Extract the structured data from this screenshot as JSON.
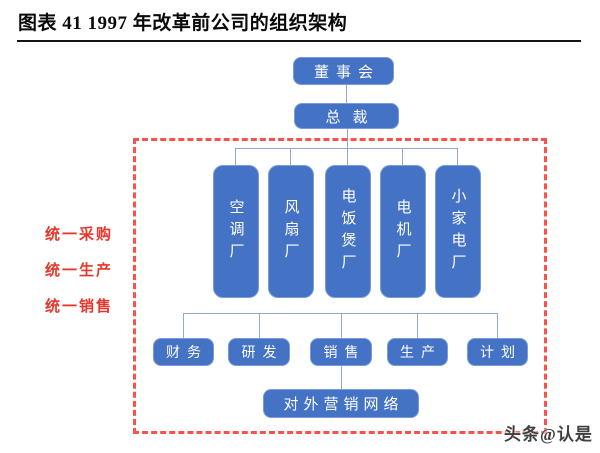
{
  "title": "图表 41 1997 年改革前公司的组织架构",
  "side_labels": {
    "items": [
      "统一采购",
      "统一生产",
      "统一销售"
    ]
  },
  "org": {
    "board": "董事会",
    "president": "总裁",
    "factories": [
      "空调厂",
      "风扇厂",
      "电饭煲厂",
      "电机厂",
      "小家电厂"
    ],
    "departments": [
      "财务",
      "研发",
      "销售",
      "生产",
      "计划"
    ],
    "network": "对外营销网络"
  },
  "watermark": "头条@认是",
  "colors": {
    "box_fill": "#4472c4",
    "box_border": "#7b9bd8",
    "connector_line": "#93a9d1",
    "dashed_frame": "#fa524b",
    "side_label_text": "#e8362a",
    "title_text": "#0a0a0a",
    "watermark_text": "#3f3f3f",
    "box_text": "#ffffff"
  }
}
